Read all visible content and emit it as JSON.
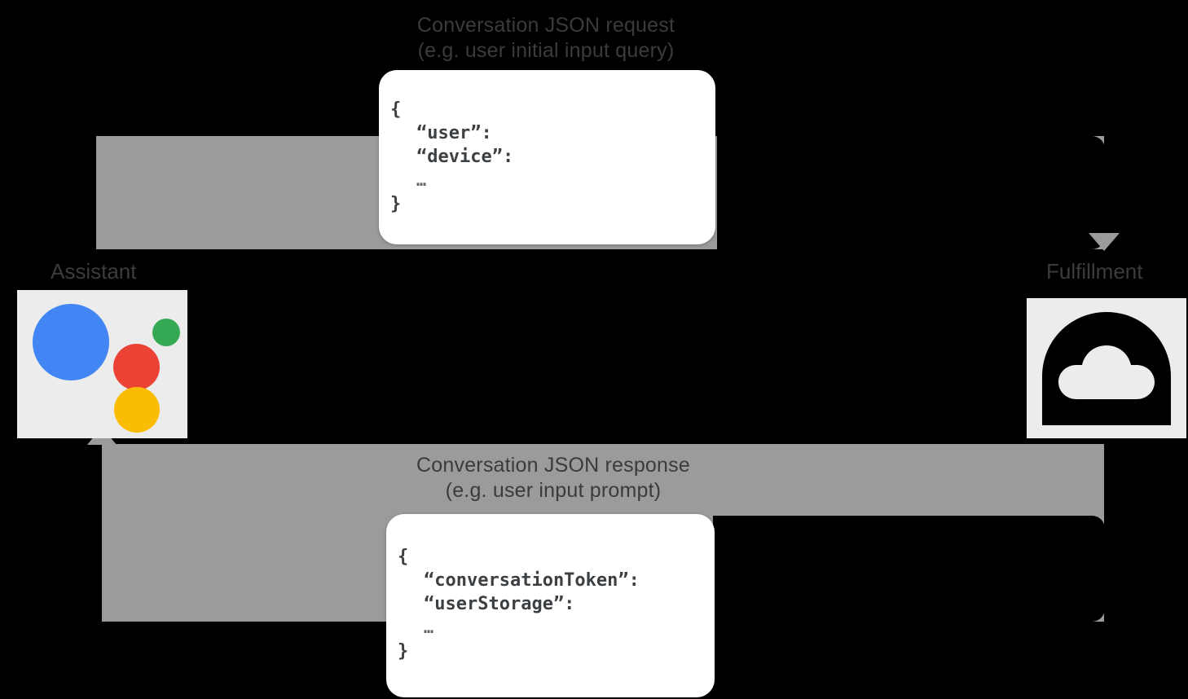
{
  "diagram": {
    "title": "Conversation JSON request / response flow",
    "background_color": "#000000",
    "band_color": "#9b9b9b",
    "tile_color": "#ececec"
  },
  "request": {
    "caption_line1": "Conversation JSON request",
    "caption_line2": "(e.g. user initial input query)",
    "json_lines": [
      "{",
      "“user”:",
      "“device”:",
      "…",
      "}"
    ]
  },
  "response": {
    "caption_line1": "Conversation JSON response",
    "caption_line2": "(e.g. user input prompt)",
    "json_lines": [
      "{",
      "“conversationToken”:",
      "“userStorage”:",
      "…",
      "}"
    ]
  },
  "nodes": {
    "assistant": {
      "label": "Assistant",
      "icon": "google-assistant-icon",
      "colors": {
        "blue": "#4285F4",
        "green": "#34A853",
        "red": "#EA4335",
        "yellow": "#FBBC04"
      }
    },
    "fulfillment": {
      "label": "Fulfillment",
      "icon": "cloud-functions-icon",
      "colors": {
        "shape": "#000000",
        "cutout": "#ececec"
      }
    }
  }
}
